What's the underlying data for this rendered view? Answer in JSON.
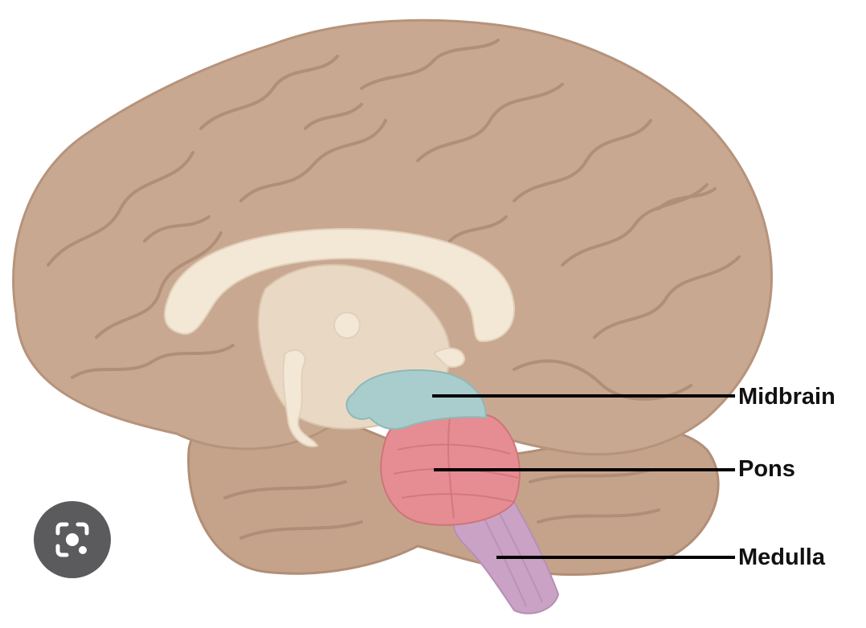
{
  "diagram": {
    "labels": {
      "midbrain": "Midbrain",
      "pons": "Pons",
      "medulla": "Medulla"
    }
  },
  "overlay": {
    "lens_button_icon": "camera-lens-icon"
  },
  "colors": {
    "cortex": "#c9a891",
    "cortex_fold": "#a88670",
    "corpus_callosum": "#f3e7d6",
    "inner_region": "#e9d9c4",
    "midbrain": "#a9cdcc",
    "pons": "#e58d92",
    "medulla": "#caa2c6",
    "leader_line": "#000000",
    "lens_button": "#5b5b5d"
  }
}
